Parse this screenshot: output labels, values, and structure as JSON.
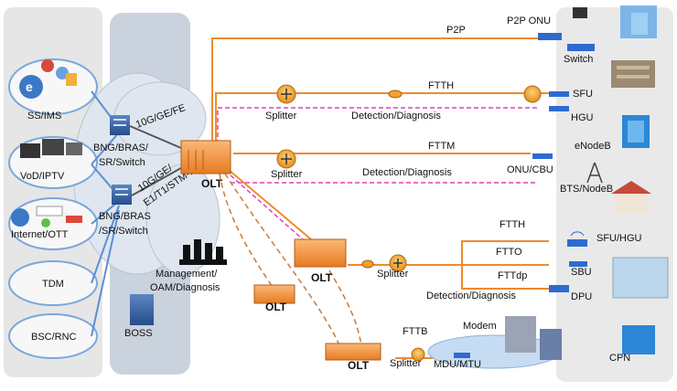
{
  "left_groups": {
    "ss_ims": "SS/IMS",
    "vod_iptv": "VoD/IPTV",
    "internet_ott": "Internet/OTT",
    "tdm": "TDM",
    "bsc_rnc": "BSC/RNC"
  },
  "core": {
    "bng1": [
      "BNG/BRAS/",
      "SR/Switch"
    ],
    "bng2": [
      "BNG/BRAS",
      "/SR/Switch"
    ],
    "link1": "10G/GE/FE",
    "link2": [
      "10G/GE/",
      "E1/T1/STM-N"
    ],
    "management": [
      "Management/",
      "OAM/Diagnosis"
    ],
    "boss": "BOSS"
  },
  "olt_label": "OLT",
  "splitter_label": "Splitter",
  "detection_label": "Detection/Diagnosis",
  "links": {
    "p2p": "P2P",
    "ftth_top": "FTTH",
    "fttm": "FTTM",
    "ftth_mid": "FTTH",
    "ftto": "FTTO",
    "fttdp": "FTTdp",
    "fttb": "FTTB"
  },
  "right_devices": {
    "p2p_onu": "P2P ONU",
    "switch": "Switch",
    "sfu": "SFU",
    "hgu": "HGU",
    "enodeb": "eNodeB",
    "onu_cbu": "ONU/CBU",
    "bts_nodeb": "BTS/NodeB",
    "sfu_hgu": "SFU/HGU",
    "sbu": "SBU",
    "dpu": "DPU",
    "modem": "Modem",
    "mdu_mtu": "MDU/MTU",
    "cpn": "CPN"
  },
  "colors": {
    "fiber": "#f08a2c",
    "olt_orange": "#f7a25a",
    "dashed_magenta": "#e040c0",
    "panel_gray": "#e6e6e6",
    "core_panel": "#c9d2dd",
    "router_orange": "#f5a030"
  }
}
